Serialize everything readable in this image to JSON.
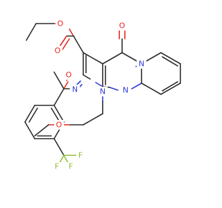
{
  "colors": {
    "carbon_bond": "#2b2b2b",
    "oxygen": "#e8251c",
    "nitrogen": "#2f3bd8",
    "fluorine": "#8fbf3a",
    "background": "#ffffff"
  },
  "atoms": {
    "ester_o_single": "O",
    "ester_o_double": "O",
    "ketone_o": "O",
    "amide_o": "O",
    "imine_n": "N",
    "ring_n1": "N",
    "ring_n_bridge": "N",
    "ring_n_pyrido": "N",
    "methoxy_o": "O",
    "f1": "F",
    "f2": "F",
    "f3": "F"
  }
}
